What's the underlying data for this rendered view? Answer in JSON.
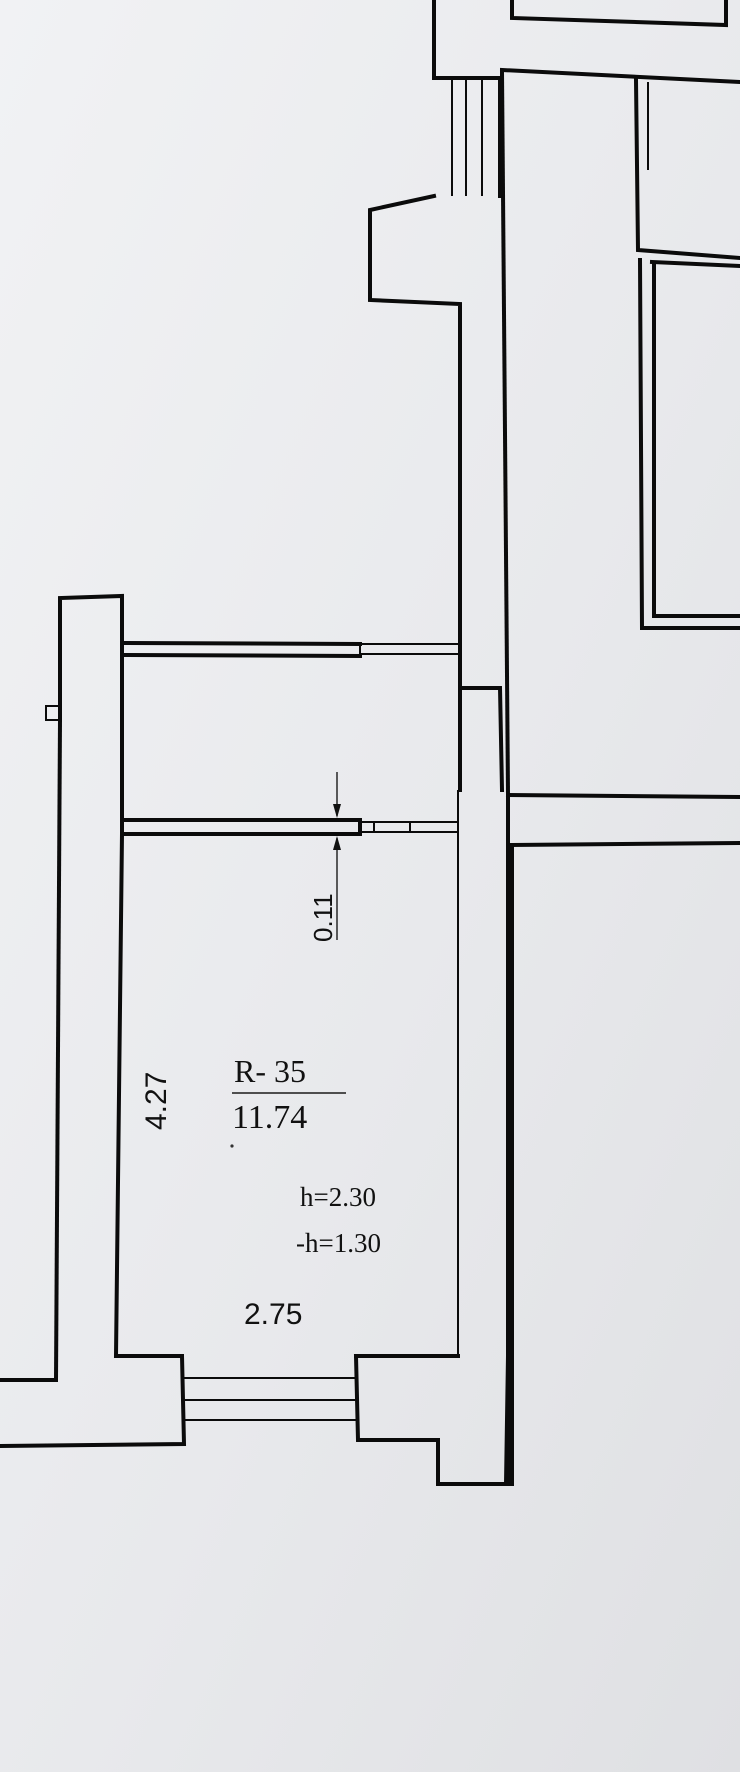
{
  "room": {
    "code": "R- 35",
    "area": "11.74",
    "height": "h=2.30",
    "minus_height": "-h=1.30"
  },
  "dimensions": {
    "width": "2.75",
    "length": "4.27",
    "wall_thickness": "0.11"
  },
  "colors": {
    "paper": "#e9eaed",
    "ink": "#0b0b0b"
  }
}
